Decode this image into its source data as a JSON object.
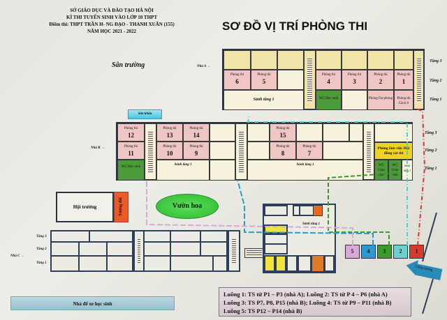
{
  "header": {
    "line1": "SỞ GIÁO DỤC VÀ ĐÀO TẠO HÀ NỘI",
    "line2": "KÌ THI TUYỂN SINH VÀO LỚP 10 THPT",
    "line3": "Điểm thi: THPT TRẦN H-  NG ĐẠO - THANH XUÂN (155)",
    "line4": "NĂM HỌC 2021 - 2022"
  },
  "title": "SƠ ĐỒ VỊ TRÍ PHÒNG THI",
  "labels": {
    "san_truong": "Sân trường",
    "nha_a": "Nhà A →",
    "nha_b": "Nhà B →",
    "nha_c": "Nhà C →",
    "san_khau": "Sân khấu",
    "hoi_truong": "Hội trường",
    "tuong_dai": "Tượng đài",
    "vuon_hoa": "Vườn hoa",
    "sanh_tang_1": "Sảnh tầng 1",
    "tang_1": "Tầng 1",
    "tang_2": "Tầng 2",
    "tang_3": "Tầng 3",
    "phong_thi": "Phòng thi",
    "cong_truong": "Cổng trường",
    "nha_de_xe": "Nhà để xe học sinh"
  },
  "building_a": {
    "rooms": [
      {
        "label": "Phòng thi",
        "num": "6"
      },
      {
        "label": "Phòng thi",
        "num": "5"
      },
      {
        "label": "Phòng thi",
        "num": "4"
      },
      {
        "label": "Phòng thi",
        "num": "3"
      },
      {
        "label": "Phòng thi",
        "num": "2"
      },
      {
        "label": "Phòng thi",
        "num": "1"
      }
    ],
    "wc": "WC Học sinh",
    "du_phong": "Phòng Dự phòng",
    "cach_li": "Phòng thi Cách li"
  },
  "building_b": {
    "rooms": [
      {
        "label": "Phòng thi",
        "num": "12"
      },
      {
        "label": "Phòng thi",
        "num": "13"
      },
      {
        "label": "Phòng thi",
        "num": "14"
      },
      {
        "label": "Phòng thi",
        "num": "11"
      },
      {
        "label": "Phòng thi",
        "num": "10"
      },
      {
        "label": "Phòng thi",
        "num": "9"
      },
      {
        "label": "Phòng thi",
        "num": "15"
      },
      {
        "label": "Phòng thi",
        "num": "8"
      },
      {
        "label": "Phòng thi",
        "num": "7"
      }
    ],
    "wc_hs": "WC Học sinh",
    "wc_gv1": "WC Giáo viên",
    "wc_gv2": "WC Giáo viên",
    "hoi_dong": "Phòng làm việc Hội đồng coi thi"
  },
  "routes": [
    {
      "num": "5",
      "color": "#d8a8d8"
    },
    {
      "num": "4",
      "color": "#2a9ad0"
    },
    {
      "num": "3",
      "color": "#3a9a2a"
    },
    {
      "num": "2",
      "color": "#6cd0d0"
    },
    {
      "num": "1",
      "color": "#d83a2a"
    }
  ],
  "legend": {
    "line1": "Luồng 1: TS từ P1 – P3 (nhà A); Luồng 2: TS từ P 4 – P6 (nhà A)",
    "line2": "Luồng 3: TS P7, P8, P15 (nhà B); Luồng 4: TS từ P9 – P11 (nhà B)",
    "line3": "Luồng 5: TS P12 – P14 (nhà B)"
  }
}
